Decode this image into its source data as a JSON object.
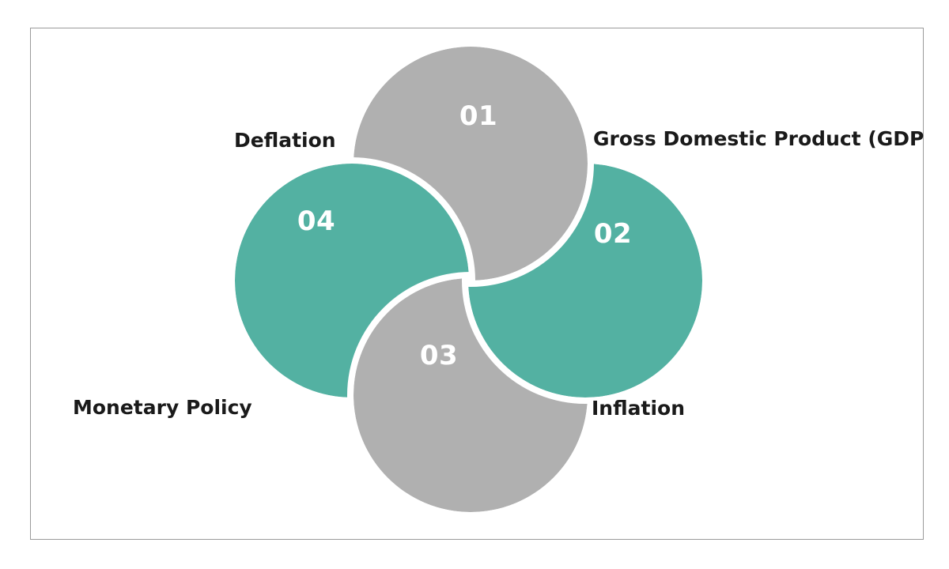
{
  "diagram": {
    "type": "pinwheel-venn",
    "background_color": "#ffffff",
    "frame_border_color": "#9a9a9a",
    "colors": {
      "gray": "#b0b0b0",
      "teal": "#53b1a2",
      "separator": "#ffffff",
      "label_text": "#1a1a1a",
      "number_text": "#ffffff"
    },
    "petals": [
      {
        "number": "01",
        "label": "Gross Domestic Product (GDP",
        "color_name": "gray",
        "color": "#b0b0b0",
        "position": "top"
      },
      {
        "number": "02",
        "label": "Inflation",
        "color_name": "teal",
        "color": "#53b1a2",
        "position": "right"
      },
      {
        "number": "03",
        "label": "Monetary Policy",
        "color_name": "gray",
        "color": "#b0b0b0",
        "position": "bottom"
      },
      {
        "number": "04",
        "label": "Deflation",
        "color_name": "teal",
        "color": "#53b1a2",
        "position": "left"
      }
    ]
  }
}
